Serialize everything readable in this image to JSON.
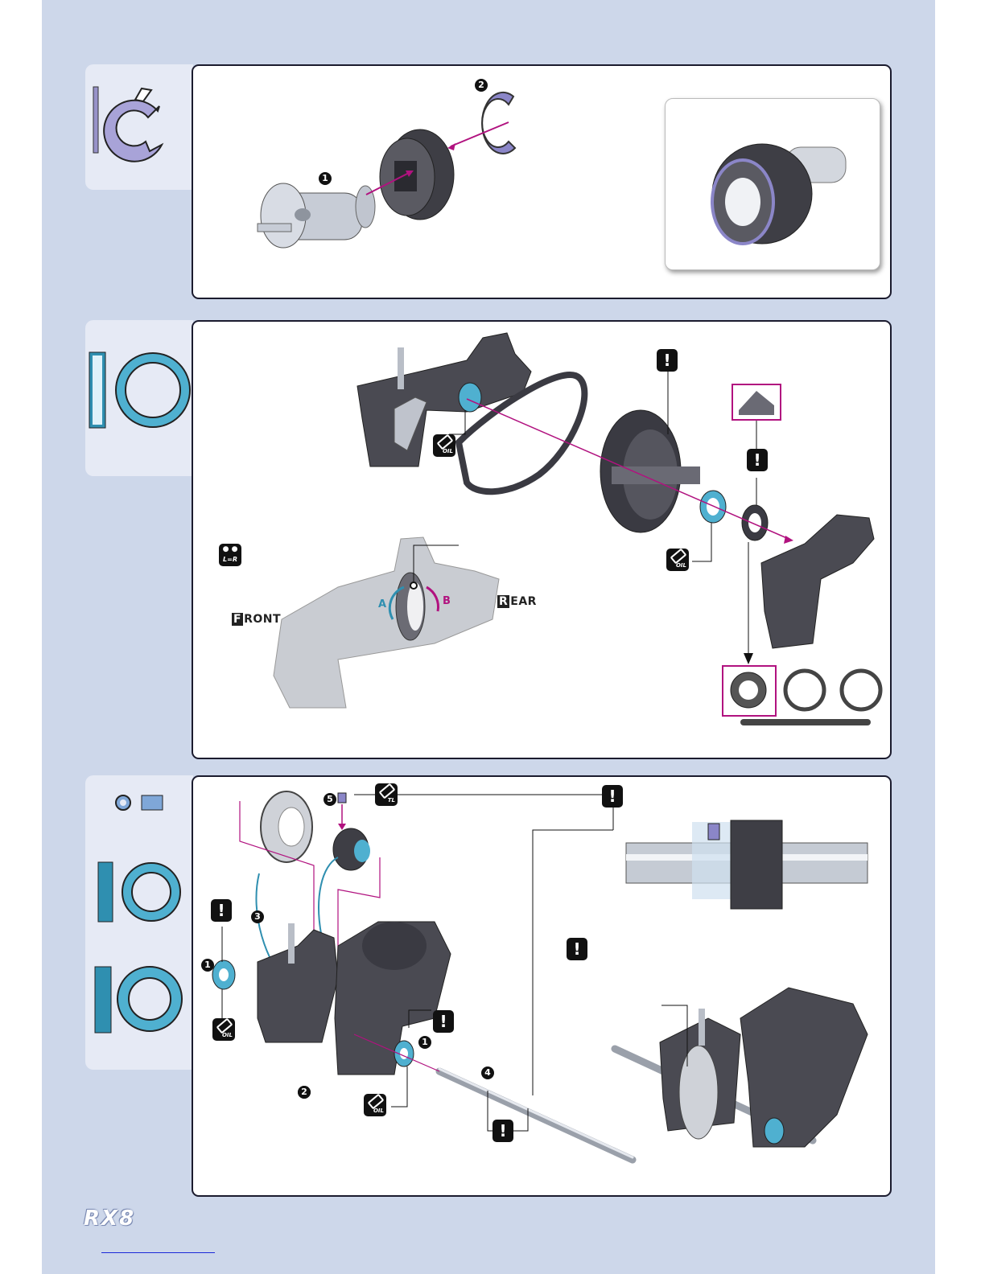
{
  "steps": {
    "s1": {
      "numbers": [
        "1",
        "2"
      ]
    },
    "s2": {
      "lr_icon": "L=R",
      "oil_label": "OIL",
      "warn_label": "!",
      "arrow_a": "A",
      "arrow_b": "B",
      "front_label": "FRONT",
      "rear_label": "REAR"
    },
    "s3": {
      "numbers": [
        "1",
        "2",
        "3",
        "4",
        "5"
      ],
      "oil_label": "OIL",
      "tl_label": "TL",
      "warn_label": "!"
    }
  },
  "footer": {
    "logo": "RX8"
  },
  "colors": {
    "page_bg": "#cdd7ea",
    "tab_bg": "#e6eaf5",
    "accent_pink": "#b1127f",
    "clip_purple": "#8b86c8",
    "bearing_teal": "#2f8fb0",
    "part_dark": "#3a3a42"
  },
  "icons": [
    "e-clip-icon",
    "bearing-icon",
    "oil-icon",
    "warning-icon",
    "threadlock-icon",
    "left-equals-right-icon"
  ]
}
